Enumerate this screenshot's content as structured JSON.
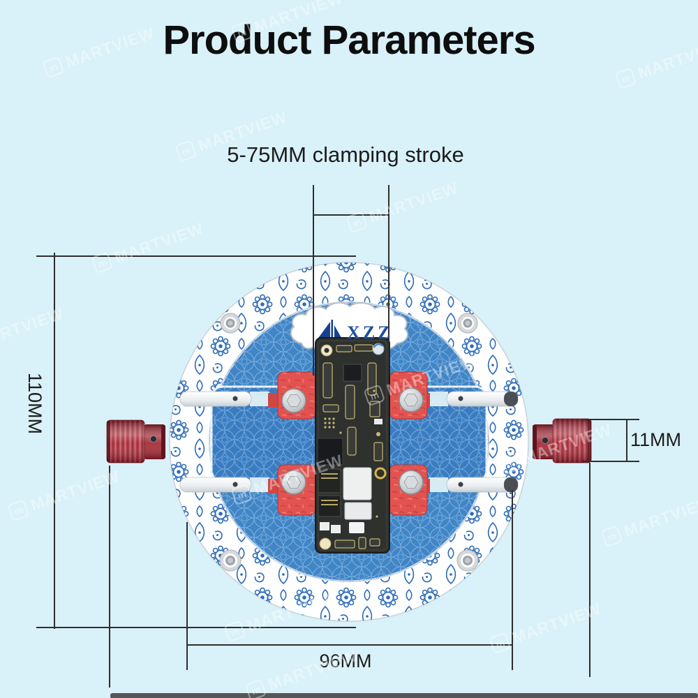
{
  "title": "Product Parameters",
  "dimensions": {
    "clamping_stroke": "5-75MM clamping stroke",
    "fixture_diameter": "110MM",
    "knob_size": "11MM",
    "base_width": "96MM"
  },
  "product": {
    "brand": "XZZ"
  },
  "watermark": {
    "logo": "m",
    "text": "MARTVIEW"
  },
  "colors": {
    "background": "#d9f1f8",
    "title_text": "#0e0e0e",
    "dimension_lines": "#2e2e2e",
    "plate_blue": "#4085c5",
    "ornament_blue": "#2e6cb6",
    "clamp_red": "#e25350",
    "knob_red": "#ad3340",
    "brand_blue": "#1d4f9e"
  }
}
